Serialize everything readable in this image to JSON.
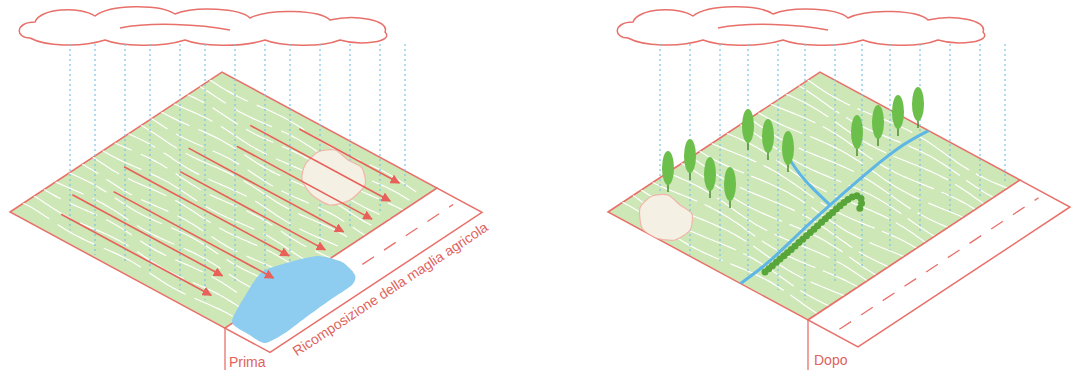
{
  "diagram": {
    "labels": [
      "Prima",
      "Ricomposizione della maglia agricola",
      "Dopo"
    ]
  }
}
